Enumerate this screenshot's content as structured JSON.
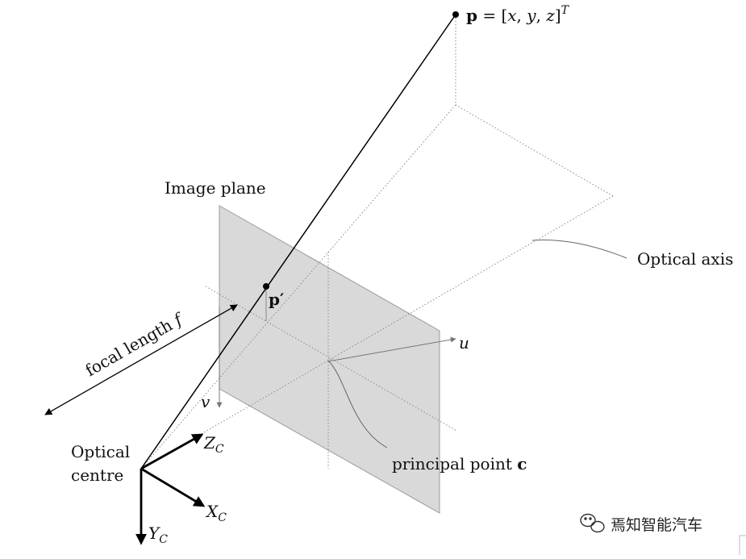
{
  "labels": {
    "point_p_bold": "p",
    "point_p_eq": " = [",
    "point_p_x": "x",
    "point_p_c1": ", ",
    "point_p_y": "y",
    "point_p_c2": ", ",
    "point_p_z": "z",
    "point_p_close": "]",
    "point_p_sup": "T",
    "image_plane": "Image plane",
    "optical_axis": "Optical axis",
    "p_prime": "p′",
    "u_axis": "u",
    "v_axis": "v",
    "focal_length_text": "focal length ",
    "focal_length_symbol": "f",
    "optical_centre_line1": "Optical",
    "optical_centre_line2": "centre",
    "principal_point_text": "principal point ",
    "principal_point_symbol": "c",
    "z_axis": "Z",
    "z_axis_sub": "C",
    "x_axis": "X",
    "x_axis_sub": "C",
    "y_axis": "Y",
    "y_axis_sub": "C"
  },
  "watermark": {
    "text": "焉知智能汽车",
    "icon": "wechat-icon"
  },
  "colors": {
    "plane_fill": "#d9d9d9",
    "line": "#000000",
    "dotted": "#777777"
  }
}
